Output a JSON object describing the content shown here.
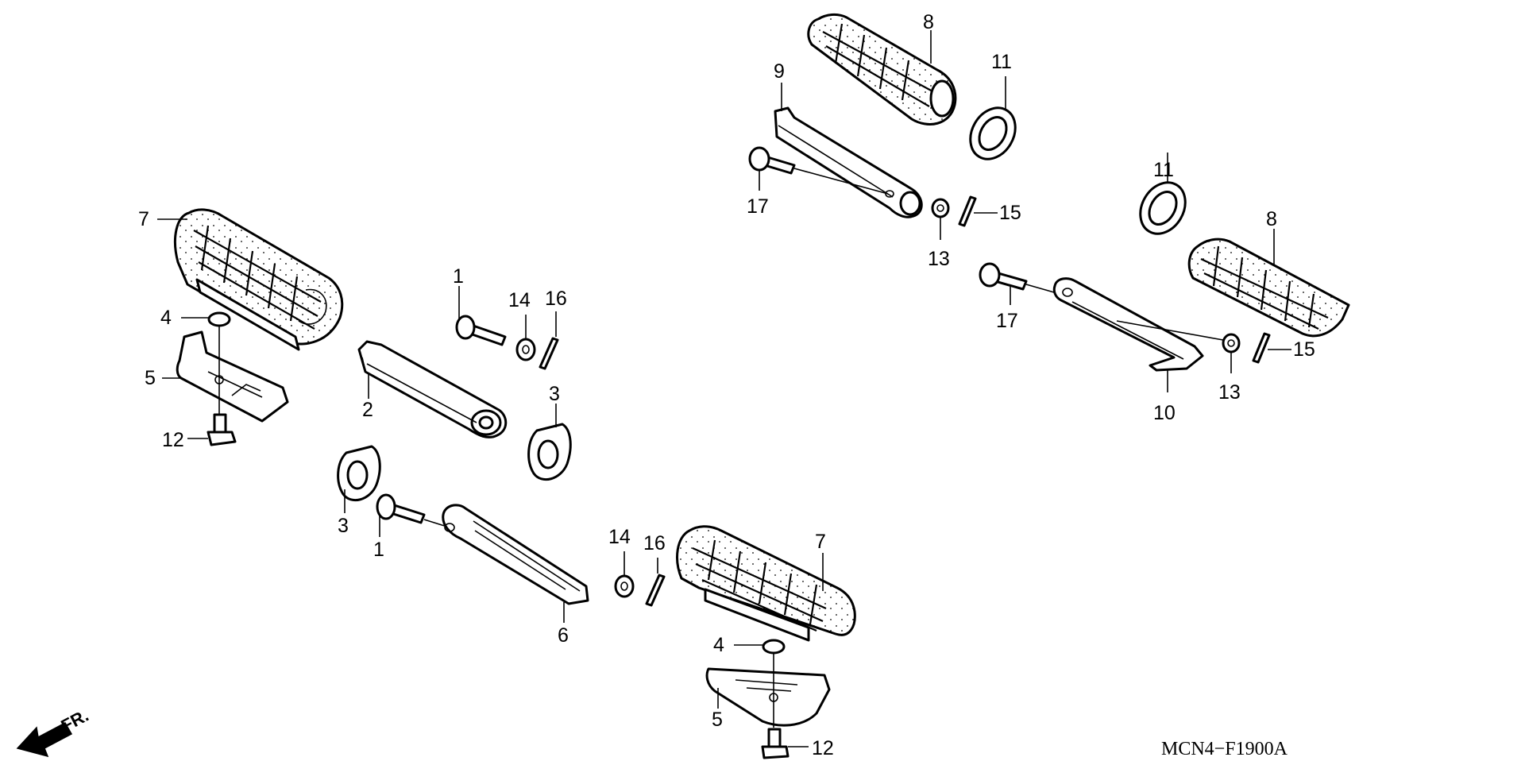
{
  "diagram": {
    "code": "MCN4−F1900A",
    "direction_label": "FR.",
    "callouts": [
      {
        "id": "c1a",
        "text": "1"
      },
      {
        "id": "c1b",
        "text": "1"
      },
      {
        "id": "c2",
        "text": "2"
      },
      {
        "id": "c3a",
        "text": "3"
      },
      {
        "id": "c3b",
        "text": "3"
      },
      {
        "id": "c4a",
        "text": "4"
      },
      {
        "id": "c4b",
        "text": "4"
      },
      {
        "id": "c5a",
        "text": "5"
      },
      {
        "id": "c5b",
        "text": "5"
      },
      {
        "id": "c6",
        "text": "6"
      },
      {
        "id": "c7a",
        "text": "7"
      },
      {
        "id": "c7b",
        "text": "7"
      },
      {
        "id": "c8a",
        "text": "8"
      },
      {
        "id": "c8b",
        "text": "8"
      },
      {
        "id": "c9",
        "text": "9"
      },
      {
        "id": "c10",
        "text": "10"
      },
      {
        "id": "c11a",
        "text": "11"
      },
      {
        "id": "c11b",
        "text": "11"
      },
      {
        "id": "c12a",
        "text": "12"
      },
      {
        "id": "c12b",
        "text": "12"
      },
      {
        "id": "c13a",
        "text": "13"
      },
      {
        "id": "c13b",
        "text": "13"
      },
      {
        "id": "c14a",
        "text": "14"
      },
      {
        "id": "c14b",
        "text": "14"
      },
      {
        "id": "c15a",
        "text": "15"
      },
      {
        "id": "c15b",
        "text": "15"
      },
      {
        "id": "c16a",
        "text": "16"
      },
      {
        "id": "c16b",
        "text": "16"
      },
      {
        "id": "c17a",
        "text": "17"
      },
      {
        "id": "c17b",
        "text": "17"
      }
    ]
  }
}
